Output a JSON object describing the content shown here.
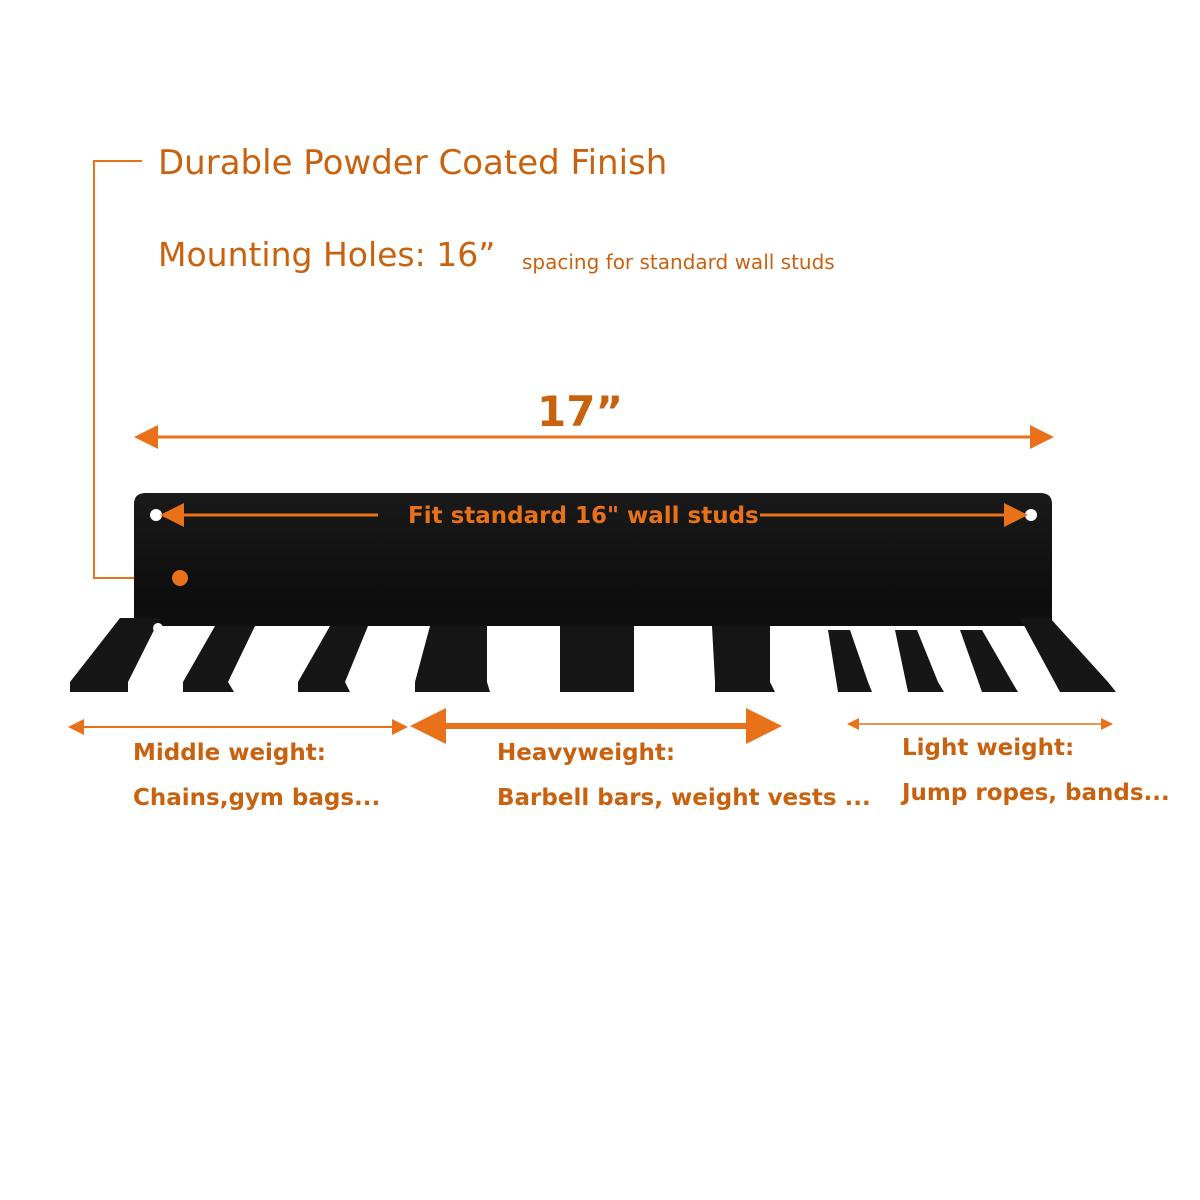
{
  "callouts": {
    "finish": "Durable Powder Coated Finish",
    "mounting_main": "Mounting Holes: 16”",
    "mounting_sub": "spacing for standard wall studs"
  },
  "dimensions": {
    "width": "17”",
    "stud_fit": "Fit standard 16\" wall studs"
  },
  "zones": {
    "middle": {
      "title": "Middle weight:",
      "desc": "Chains,gym bags..."
    },
    "heavy": {
      "title": "Heavyweight:",
      "desc": "Barbell bars, weight vests ..."
    },
    "light": {
      "title": "Light weight:",
      "desc": "Jump ropes, bands..."
    }
  },
  "colors": {
    "accent": "#e8711a",
    "text_accent": "#c9620f",
    "rack": "#141414"
  }
}
